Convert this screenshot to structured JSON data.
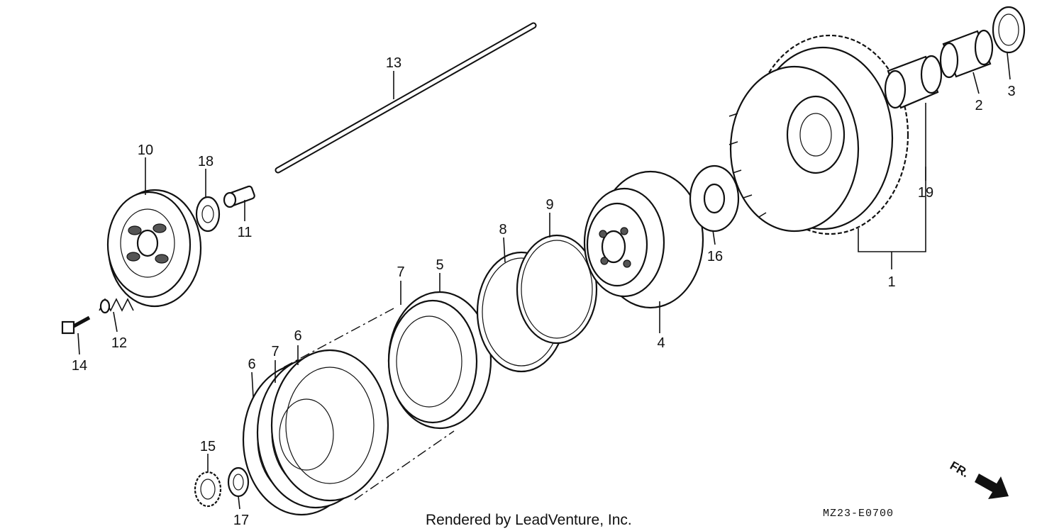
{
  "callouts": [
    "1",
    "2",
    "3",
    "4",
    "5",
    "6",
    "6",
    "7",
    "7",
    "8",
    "9",
    "10",
    "11",
    "12",
    "13",
    "14",
    "15",
    "16",
    "17",
    "18",
    "19"
  ],
  "footer": {
    "rendered_by": "Rendered by LeadVenture, Inc.",
    "diagram_code": "MZ23-E0700"
  },
  "direction_label": "FR."
}
